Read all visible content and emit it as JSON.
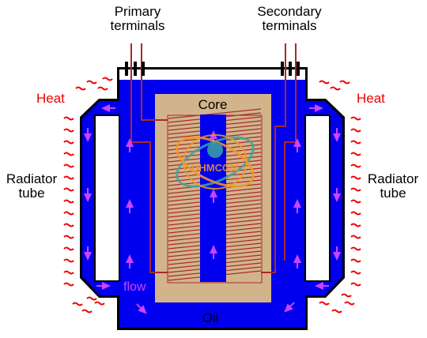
{
  "labels": {
    "primary_line1": "Primary",
    "primary_line2": "terminals",
    "secondary_line1": "Secondary",
    "secondary_line2": "terminals",
    "heat_left": "Heat",
    "heat_right": "Heat",
    "radiator_left_line1": "Radiator",
    "radiator_left_line2": "tube",
    "radiator_right_line1": "Radiator",
    "radiator_right_line2": "tube",
    "core": "Core",
    "oil": "Oil",
    "flow": "flow"
  },
  "watermark": {
    "text": "UHMCOM",
    "description": "atom-orbit logo watermark"
  },
  "colors": {
    "oil_blue": "#0000ee",
    "core_tan": "#d2b48c",
    "coil_red": "#a52a2a",
    "heat_red": "#ee0000",
    "arrow_violet": "#cc44ff",
    "outline": "#000000",
    "watermark_orange": "#f59a23",
    "watermark_teal": "#3aa6a0"
  }
}
